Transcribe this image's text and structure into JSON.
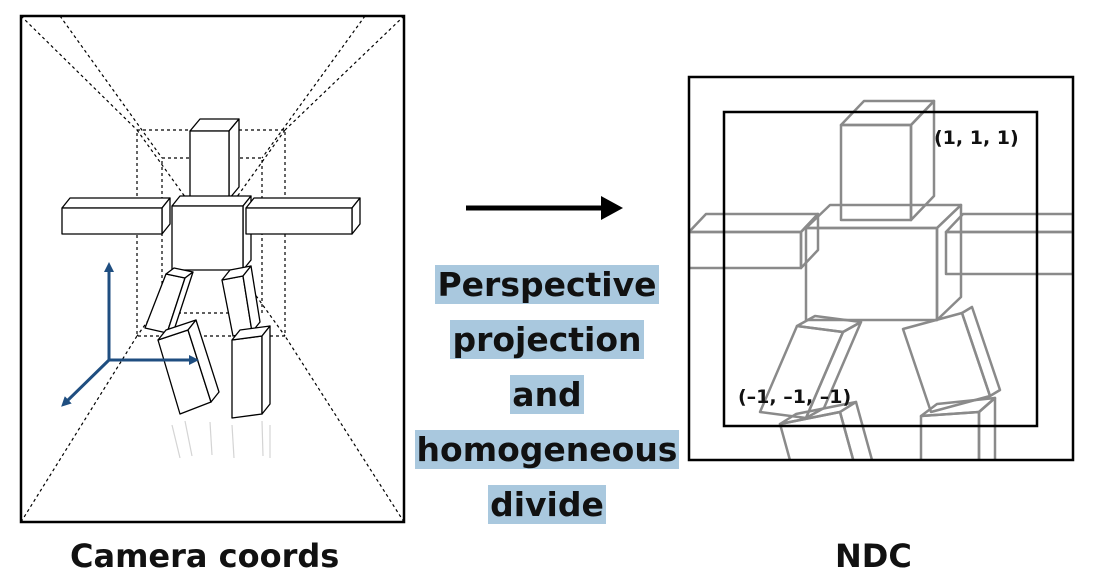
{
  "captions": {
    "left": "Camera coords",
    "right": "NDC"
  },
  "transform_label": {
    "line1": "Perspective",
    "line2": "projection",
    "line3": "and",
    "line4": "homogeneous",
    "line5": "divide"
  },
  "ndc_corners": {
    "max": "(1, 1, 1)",
    "min": "(–1, –1, –1)"
  },
  "colors": {
    "axis": "#1f4e80",
    "label_highlight": "#a9c8de",
    "ndc_figure": "#8a8a8a"
  }
}
